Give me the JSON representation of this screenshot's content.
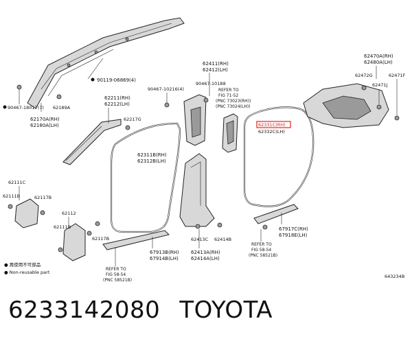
{
  "footer": {
    "part_number": "6233142080",
    "brand": "TOYOTA"
  },
  "diagram_id": "643234B",
  "legend": {
    "row1": "● 再使用不可部品",
    "row2": "● Non-reusable part"
  },
  "labels": {
    "p62470": "62470A(RH)",
    "p62480": "62480A(LH)",
    "p62472G": "62472G",
    "p62471F": "62471F",
    "p62471J": "62471J",
    "p62411": "62411(RH)",
    "p62412": "62412(LH)",
    "p90467_10216": "90467-10216(4)",
    "p90467_10188": "90467-10188",
    "ref71_1": "REFER TO",
    "ref71_2": "FIG 71-52",
    "ref71_3": "(PNC 73023(RH))",
    "ref71_4": "(PNC 73024(LH))",
    "p62331C": "62331C(RH)",
    "p62332C": "62332C(LH)",
    "p90119": "90119-06869(4)",
    "p90467_18017": "90467-18017(7)",
    "p62189A": "62189A",
    "p62170A": "62170A(RH)",
    "p62180A": "62180A(LH)",
    "p62211": "62211(RH)",
    "p62212": "62212(LH)",
    "p62217G": "62217G",
    "p62311B": "62311B(RH)",
    "p62312B": "62312B(LH)",
    "p62111C": "62111C",
    "p62111B_top": "62111B",
    "p62117B_top": "62117B",
    "p62112": "62112",
    "p62111B_bot": "62111B",
    "p62117B_bot": "62117B",
    "p67913B": "67913B(RH)",
    "p67914B": "67914B(LH)",
    "p62413C": "62413C",
    "p62414B": "62414B",
    "p62413A": "62413A(RH)",
    "p62414A": "62414A(LH)",
    "p67917C": "67917C(RH)",
    "p67918E": "67918E(LH)",
    "ref58a_1": "REFER TO",
    "ref58a_2": "FIG 58-54",
    "ref58a_3": "(PNC 58521B)",
    "ref58b_1": "REFER TO",
    "ref58b_2": "FIG 58-54",
    "ref58b_3": "(PNC 58521B)"
  },
  "colors": {
    "highlight": "#e2231a",
    "line": "#222222"
  }
}
